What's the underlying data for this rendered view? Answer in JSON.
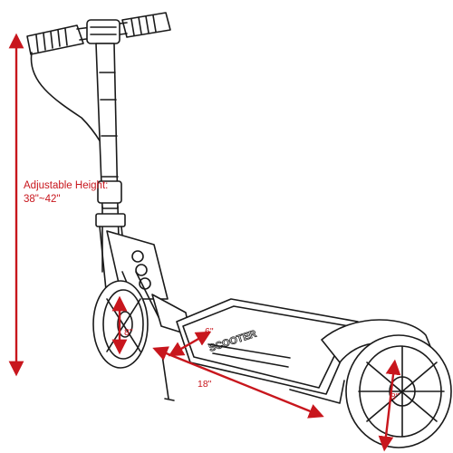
{
  "colors": {
    "annotation": "#c8161d",
    "line_art": "#1a1a1a",
    "background": "#ffffff"
  },
  "labels": {
    "height_title": "Adjustable Height:",
    "height_range": "38\"~42\"",
    "front_wheel": "8\"",
    "deck_width": "6\"",
    "deck_length": "18\"",
    "rear_wheel": "8\"",
    "deck_logo": "SCOOTER"
  }
}
